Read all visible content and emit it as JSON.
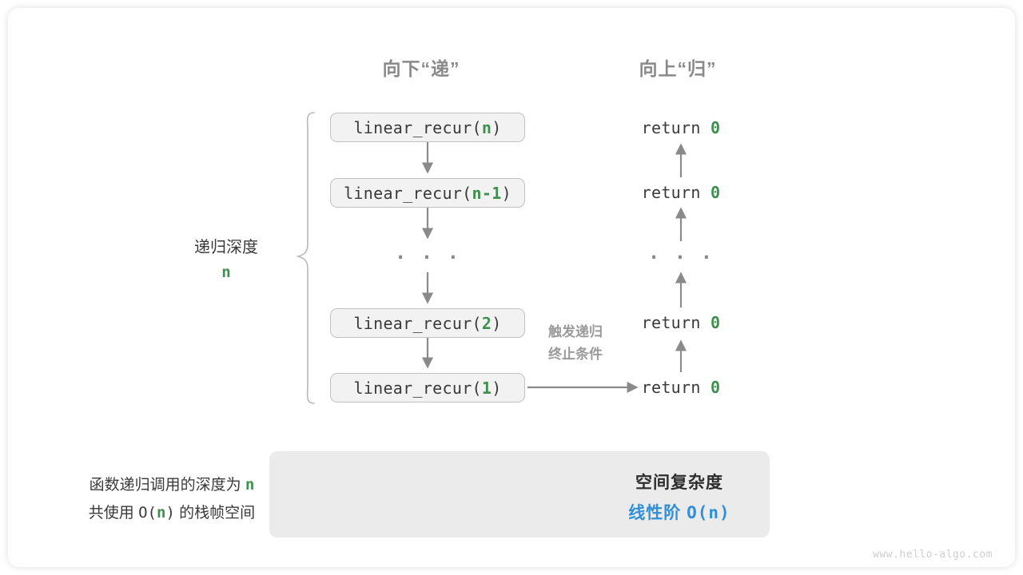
{
  "headings": {
    "down": "向下“递”",
    "up": "向上“归”"
  },
  "depth": {
    "label": "递归深度",
    "value": "n"
  },
  "calls": [
    {
      "prefix": "linear_recur(",
      "arg": "n",
      "suffix": ")"
    },
    {
      "prefix": "linear_recur(",
      "arg": "n-1",
      "suffix": ")"
    },
    {
      "prefix": "linear_recur(",
      "arg": "2",
      "suffix": ")"
    },
    {
      "prefix": "linear_recur(",
      "arg": "1",
      "suffix": ")"
    }
  ],
  "ellipsis": "· · ·",
  "returns": [
    {
      "keyword": "return",
      "value": "0"
    },
    {
      "keyword": "return",
      "value": "0"
    },
    {
      "keyword": "return",
      "value": "0"
    },
    {
      "keyword": "return",
      "value": "0"
    }
  ],
  "trigger_note": {
    "line1": "触发递归",
    "line2": "终止条件"
  },
  "summary": {
    "left_line1_a": "函数递归调用的深度为",
    "left_line1_n": "n",
    "left_line2_a": "共使用",
    "left_line2_o": "O(",
    "left_line2_n": "n",
    "left_line2_c": ")",
    "left_line2_b": "的栈帧空间",
    "right_line1": "空间复杂度",
    "right_line2_a": "线性阶",
    "right_line2_b": "O(n)"
  },
  "watermark": "www.hello-algo.com",
  "colors": {
    "accent_green": "#3f8f4f",
    "accent_blue": "#2f8fd8",
    "arrow_gray": "#8a8a8a",
    "box_fill": "#f2f2f2",
    "box_border": "#c2c2c2",
    "panel_fill": "#ebebeb",
    "text_dark": "#3a3a3a",
    "heading_gray": "#8a8a8a"
  }
}
